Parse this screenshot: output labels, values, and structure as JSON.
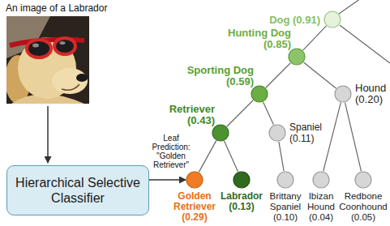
{
  "diagram": {
    "nodes": [
      {
        "text": [
          "Hierarchical Selective Classifier"
        ]
      },
      {
        "text": [
          "Dog (0.91)"
        ]
      },
      {
        "text": [
          "Hunting Dog (0.85)"
        ]
      },
      {
        "text": [
          "Sporting Dog (0.59)"
        ]
      },
      {
        "text": [
          "Hound (0.20)"
        ]
      },
      {
        "text": [
          "Retriever (0.43)"
        ]
      },
      {
        "text": [
          "Spaniel (0.11)"
        ]
      },
      {
        "text": [
          "Golden Retriever (0.29)"
        ]
      },
      {
        "text": [
          "Labrador (0.13)"
        ]
      },
      {
        "text": [
          "Brittany Spaniel (0.10)"
        ]
      },
      {
        "text": [
          "Ibizan Hound (0.04)"
        ]
      },
      {
        "text": [
          "Redbone Coonhound (0.05)"
        ]
      }
    ],
    "edges": [
      {
        "from": 0,
        "to": 7,
        "arrow": "to",
        "label": "Leaf Prediction: \"Golden Retriever\""
      },
      {
        "from": 1,
        "to": 2,
        "arrow": "none"
      },
      {
        "from": 2,
        "to": 3,
        "arrow": "none"
      },
      {
        "from": 2,
        "to": 4,
        "arrow": "none"
      },
      {
        "from": 3,
        "to": 5,
        "arrow": "none"
      },
      {
        "from": 3,
        "to": 6,
        "arrow": "none"
      },
      {
        "from": 5,
        "to": 7,
        "arrow": "none"
      },
      {
        "from": 5,
        "to": 8,
        "arrow": "none"
      },
      {
        "from": 6,
        "to": 9,
        "arrow": "none"
      },
      {
        "from": 4,
        "to": 10,
        "arrow": "none"
      },
      {
        "from": 4,
        "to": 11,
        "arrow": "none"
      }
    ],
    "labels": [
      "An image of a Labrador"
    ]
  }
}
